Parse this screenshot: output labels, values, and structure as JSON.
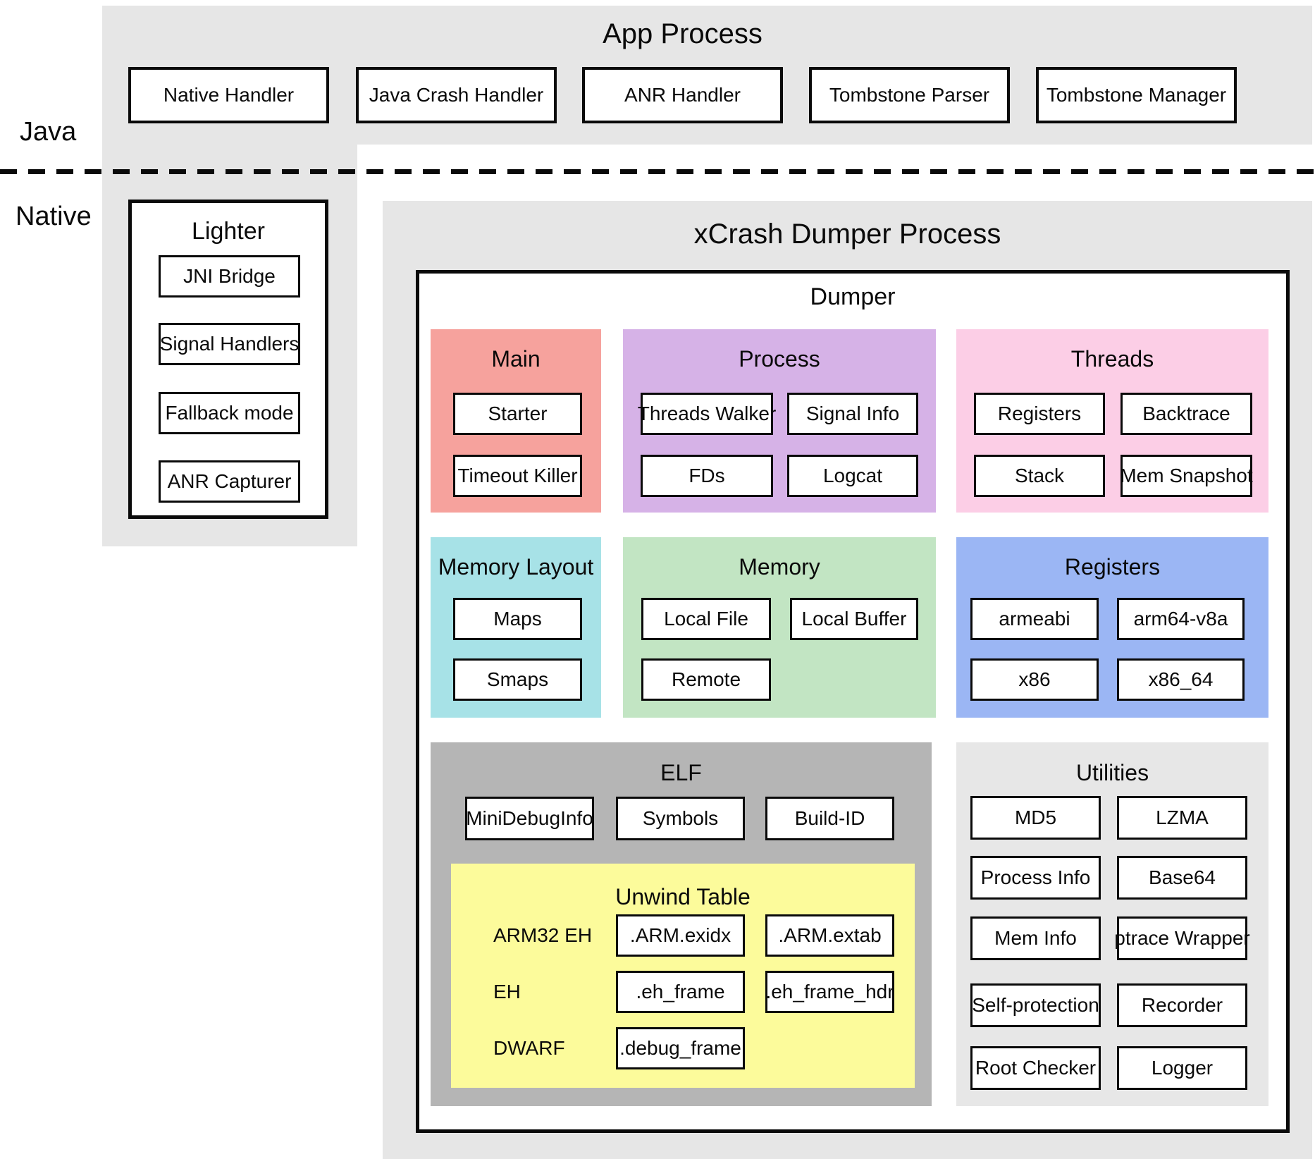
{
  "layers": {
    "java_label": "Java",
    "native_label": "Native"
  },
  "app_process": {
    "title": "App Process",
    "boxes": [
      "Native Handler",
      "Java Crash Handler",
      "ANR Handler",
      "Tombstone Parser",
      "Tombstone Manager"
    ]
  },
  "lighter": {
    "title": "Lighter",
    "boxes": [
      "JNI Bridge",
      "Signal Handlers",
      "Fallback mode",
      "ANR Capturer"
    ]
  },
  "xcrash": {
    "title": "xCrash Dumper Process",
    "dumper_title": "Dumper",
    "panels": {
      "main": {
        "title": "Main",
        "color": "#f6a29d",
        "boxes": [
          "Starter",
          "Timeout Killer"
        ]
      },
      "process": {
        "title": "Process",
        "color": "#d6b2e7",
        "boxes": [
          "Threads Walker",
          "Signal Info",
          "FDs",
          "Logcat"
        ]
      },
      "threads": {
        "title": "Threads",
        "color": "#fccee6",
        "boxes": [
          "Registers",
          "Backtrace",
          "Stack",
          "Mem Snapshot"
        ]
      },
      "memory_layout": {
        "title": "Memory Layout",
        "color": "#a7e2e7",
        "boxes": [
          "Maps",
          "Smaps"
        ]
      },
      "memory": {
        "title": "Memory",
        "color": "#c2e5c3",
        "boxes": [
          "Local File",
          "Local Buffer",
          "Remote"
        ]
      },
      "registers": {
        "title": "Registers",
        "color": "#9bb6f4",
        "boxes": [
          "armeabi",
          "arm64-v8a",
          "x86",
          "x86_64"
        ]
      },
      "elf": {
        "title": "ELF",
        "color": "#b5b5b5",
        "boxes": [
          "MiniDebugInfo",
          "Symbols",
          "Build-ID"
        ],
        "unwind": {
          "title": "Unwind Table",
          "color": "#fcfb9b",
          "rows": [
            {
              "label": "ARM32 EH",
              "boxes": [
                ".ARM.exidx",
                ".ARM.extab"
              ]
            },
            {
              "label": "EH",
              "boxes": [
                ".eh_frame",
                ".eh_frame_hdr"
              ]
            },
            {
              "label": "DWARF",
              "boxes": [
                ".debug_frame"
              ]
            }
          ]
        }
      },
      "utilities": {
        "title": "Utilities",
        "color": "#e7e7e7",
        "boxes": [
          "MD5",
          "LZMA",
          "Process Info",
          "Base64",
          "Mem Info",
          "ptrace Wrapper",
          "Self-protection",
          "Recorder",
          "Root Checker",
          "Logger"
        ]
      }
    }
  }
}
